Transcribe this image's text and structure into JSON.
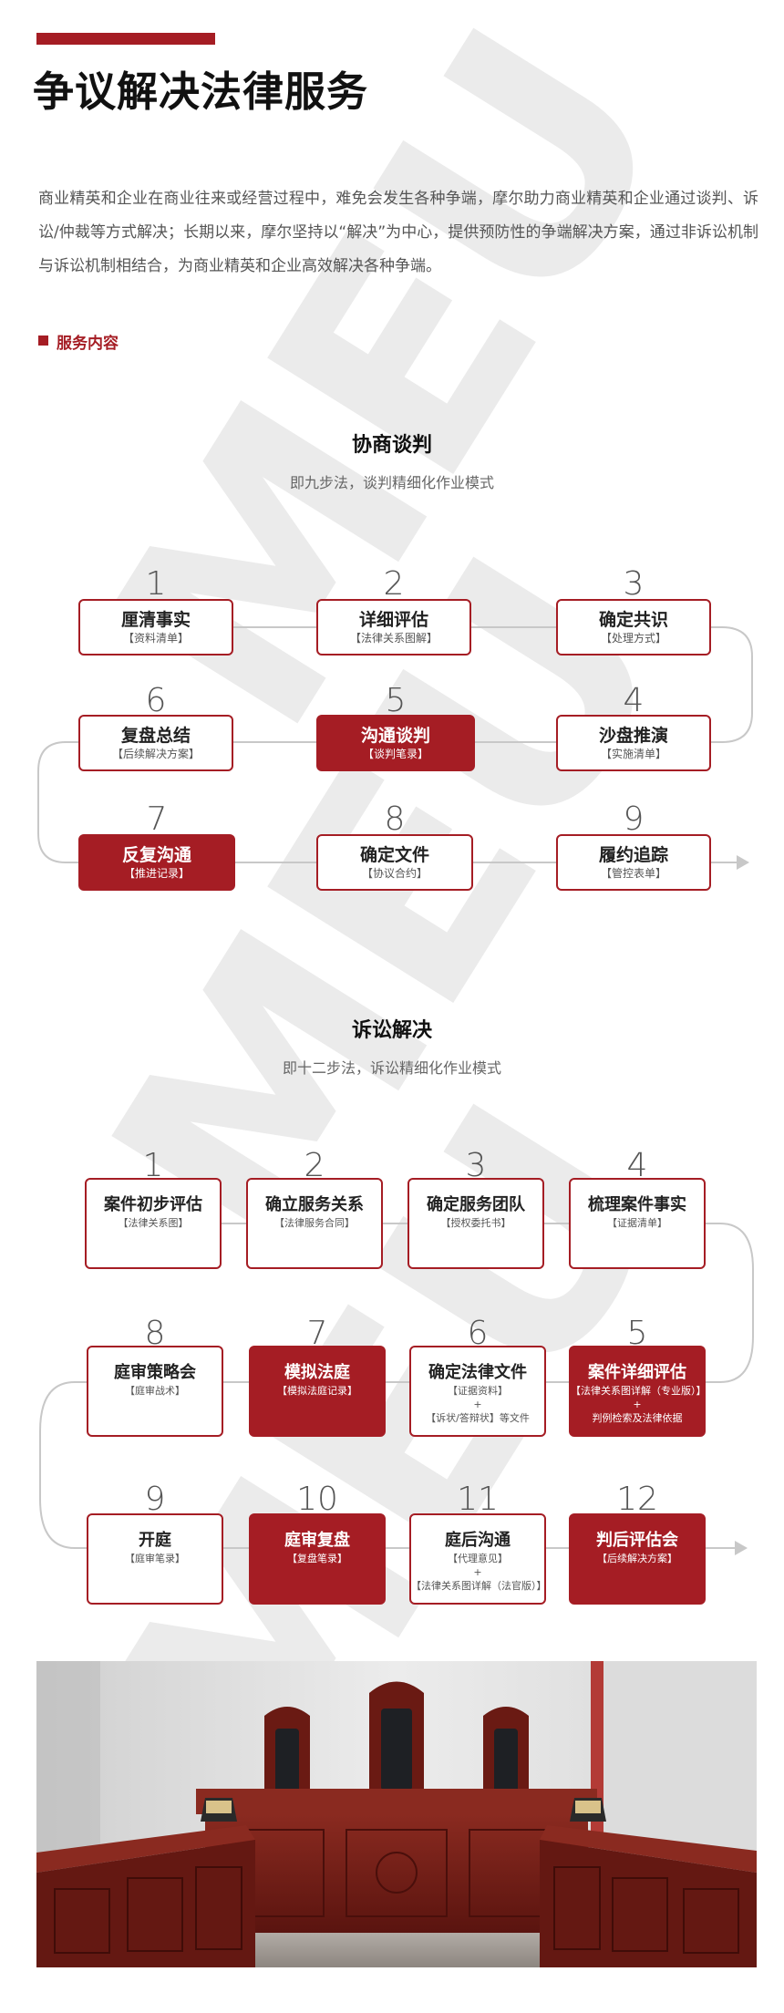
{
  "watermark": {
    "text": "MEU"
  },
  "header": {
    "title": "争议解决法律服务",
    "intro": "商业精英和企业在商业往来或经营过程中，难免会发生各种争端，摩尔助力商业精英和企业通过谈判、诉讼/仲裁等方式解决；长期以来，摩尔坚持以“解决”为中心，提供预防性的争端解决方案，通过非诉讼机制与诉讼机制相结合，为商业精英和企业高效解决各种争端。",
    "service_label": "服务内容"
  },
  "negotiation": {
    "title": "协商谈判",
    "subtitle": "即九步法，谈判精细化作业模式",
    "steps": [
      {
        "num": "1",
        "title": "厘清事实",
        "sub": "【资料清单】"
      },
      {
        "num": "2",
        "title": "详细评估",
        "sub": "【法律关系图解】"
      },
      {
        "num": "3",
        "title": "确定共识",
        "sub": "【处理方式】"
      },
      {
        "num": "4",
        "title": "沙盘推演",
        "sub": "【实施清单】"
      },
      {
        "num": "5",
        "title": "沟通谈判",
        "sub": "【谈判笔录】"
      },
      {
        "num": "6",
        "title": "复盘总结",
        "sub": "【后续解决方案】"
      },
      {
        "num": "7",
        "title": "反复沟通",
        "sub": "【推进记录】"
      },
      {
        "num": "8",
        "title": "确定文件",
        "sub": "【协议合约】"
      },
      {
        "num": "9",
        "title": "履约追踪",
        "sub": "【管控表单】"
      }
    ]
  },
  "litigation": {
    "title": "诉讼解决",
    "subtitle": "即十二步法，诉讼精细化作业模式",
    "steps": [
      {
        "num": "1",
        "title": "案件初步评估",
        "sub1": "【法律关系图】",
        "sub2": "",
        "sub3": ""
      },
      {
        "num": "2",
        "title": "确立服务关系",
        "sub1": "【法律服务合同】",
        "sub2": "",
        "sub3": ""
      },
      {
        "num": "3",
        "title": "确定服务团队",
        "sub1": "【授权委托书】",
        "sub2": "",
        "sub3": ""
      },
      {
        "num": "4",
        "title": "梳理案件事实",
        "sub1": "【证据清单】",
        "sub2": "",
        "sub3": ""
      },
      {
        "num": "5",
        "title": "案件详细评估",
        "sub1": "【法律关系图详解（专业版）】",
        "sub2": "+",
        "sub3": "判例检索及法律依据"
      },
      {
        "num": "6",
        "title": "确定法律文件",
        "sub1": "【证据资料】",
        "sub2": "+",
        "sub3": "【诉状/答辩状】等文件"
      },
      {
        "num": "7",
        "title": "模拟法庭",
        "sub1": "【模拟法庭记录】",
        "sub2": "",
        "sub3": ""
      },
      {
        "num": "8",
        "title": "庭审策略会",
        "sub1": "【庭审战术】",
        "sub2": "",
        "sub3": ""
      },
      {
        "num": "9",
        "title": "开庭",
        "sub1": "【庭审笔录】",
        "sub2": "",
        "sub3": ""
      },
      {
        "num": "10",
        "title": "庭审复盘",
        "sub1": "【复盘笔录】",
        "sub2": "",
        "sub3": ""
      },
      {
        "num": "11",
        "title": "庭后沟通",
        "sub1": "【代理意见】",
        "sub2": "+",
        "sub3": "【法律关系图详解（法官版）】"
      },
      {
        "num": "12",
        "title": "判后评估会",
        "sub1": "【后续解决方案】",
        "sub2": "",
        "sub3": ""
      }
    ]
  },
  "colors": {
    "accent": "#a51d24",
    "line": "#c8c8c8",
    "text": "#333333",
    "wood": "#7a1f19"
  }
}
